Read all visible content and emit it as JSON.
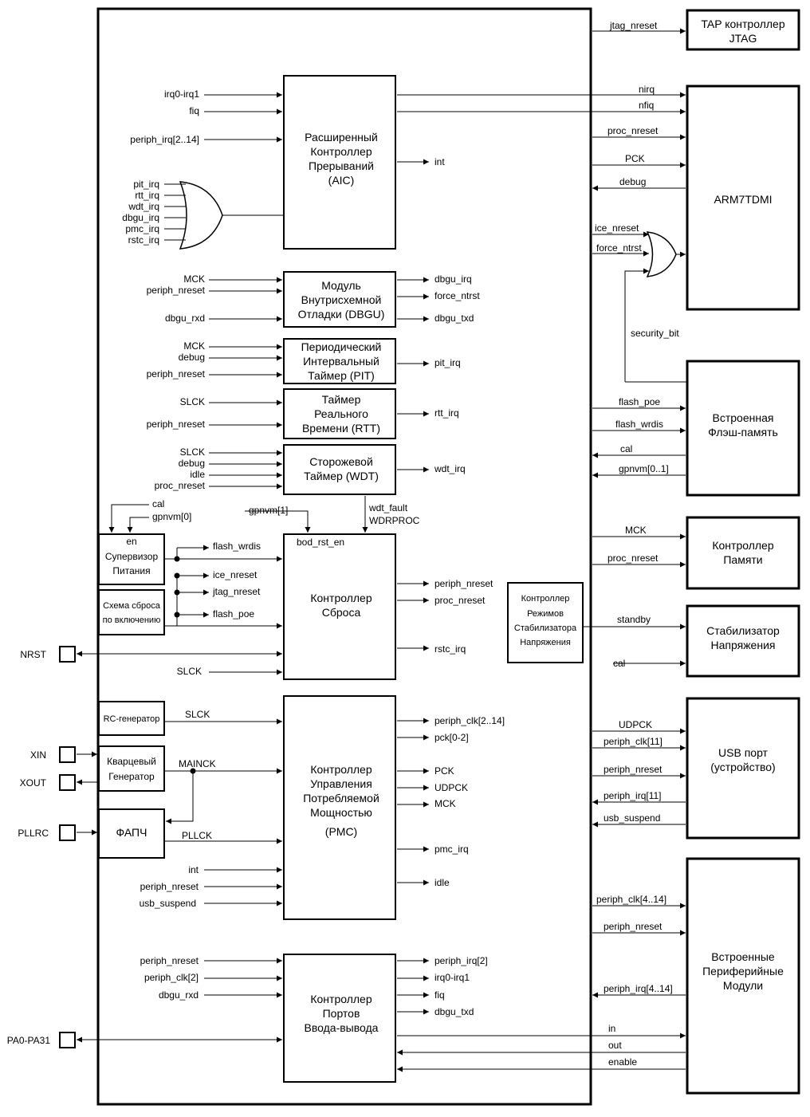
{
  "chip": {
    "aic": [
      "Расширенный",
      "Контроллер",
      "Прерываний",
      "(AIC)"
    ],
    "aic_inputs": [
      "irq0-irq1",
      "fiq",
      "periph_irq[2..14]"
    ],
    "or_inputs": [
      "pit_irq",
      "rtt_irq",
      "wdt_irq",
      "dbgu_irq",
      "pmc_irq",
      "rstc_irq"
    ],
    "aic_output": "int",
    "dbgu": [
      "Модуль",
      "Внутрисхемной",
      "Отладки (DBGU)"
    ],
    "dbgu_inputs": [
      "MCK",
      "periph_nreset",
      "dbgu_rxd"
    ],
    "dbgu_outputs": [
      "dbgu_irq",
      "force_ntrst",
      "dbgu_txd"
    ],
    "pit": [
      "Периодический",
      "Интервальный",
      "Таймер (PIT)"
    ],
    "pit_inputs": [
      "MCK",
      "debug",
      "periph_nreset"
    ],
    "pit_output": "pit_irq",
    "rtt": [
      "Таймер",
      "Реального",
      "Времени (RTT)"
    ],
    "rtt_inputs": [
      "SLCK",
      "periph_nreset"
    ],
    "rtt_output": "rtt_irq",
    "wdt": [
      "Сторожевой",
      "Таймер (WDT)"
    ],
    "wdt_inputs": [
      "SLCK",
      "debug",
      "idle",
      "proc_nreset"
    ],
    "wdt_output": "wdt_irq",
    "wdt_fault": [
      "wdt_fault",
      "WDRPROC"
    ],
    "supervisor": [
      "en",
      "Супервизор",
      "Питания"
    ],
    "supervisor_inputs": [
      "cal",
      "gpnvm[0]"
    ],
    "gpnvm1": "gpnvm[1]",
    "bod_rst_en": "bod_rst_en",
    "por": [
      "Схема сброса",
      "по включению"
    ],
    "rstc": [
      "Контроллер",
      "Сброса"
    ],
    "rstc_left_signals": [
      "flash_wrdis",
      "ice_nreset",
      "jtag_nreset",
      "flash_poe",
      "SLCK"
    ],
    "rstc_outputs": [
      "periph_nreset",
      "proc_nreset",
      "rstc_irq"
    ],
    "vreg_ctrl": [
      "Контроллер",
      "Режимов",
      "Стабилизатора",
      "Напряжения"
    ],
    "rc": "RC-генератор",
    "rc_out": "SLCK",
    "osc": [
      "Кварцевый",
      "Генератор"
    ],
    "osc_out": "MAINCK",
    "pll": "ФАПЧ",
    "pll_out": "PLLCK",
    "pmc": [
      "Контроллер",
      "Управления",
      "Потребляемой",
      "Мощностью",
      "(PMC)"
    ],
    "pmc_inputs": [
      "int",
      "periph_nreset",
      "usb_suspend"
    ],
    "pmc_outputs": [
      "periph_clk[2..14]",
      "pck[0-2]",
      "PCK",
      "UDPCK",
      "MCK",
      "pmc_irq",
      "idle"
    ],
    "pio": [
      "Контроллер",
      "Портов",
      "Ввода-вывода"
    ],
    "pio_inputs": [
      "periph_nreset",
      "periph_clk[2]",
      "dbgu_rxd"
    ],
    "pio_outputs": [
      "periph_irq[2]",
      "irq0-irq1",
      "fiq",
      "dbgu_txd"
    ]
  },
  "pins": [
    "NRST",
    "XIN",
    "XOUT",
    "PLLRC",
    "PA0-PA31"
  ],
  "external": {
    "tap": [
      "TAP контроллер",
      "JTAG"
    ],
    "tap_signal": "jtag_nreset",
    "arm": "ARM7TDMI",
    "arm_signals": [
      "nirq",
      "nfiq",
      "proc_nreset",
      "PCK",
      "debug"
    ],
    "or_inputs": [
      "ice_nreset",
      "force_ntrst"
    ],
    "security_bit": "security_bit",
    "flash": [
      "Встроенная",
      "Флэш-память"
    ],
    "flash_signals": [
      "flash_poe",
      "flash_wrdis",
      "cal",
      "gpnvm[0..1]"
    ],
    "memctrl": [
      "Контроллер",
      "Памяти"
    ],
    "memctrl_signals": [
      "MCK",
      "proc_nreset"
    ],
    "vreg": [
      "Стабилизатор",
      "Напряжения"
    ],
    "vreg_signals": [
      "standby",
      "cal"
    ],
    "usb": [
      "USB порт",
      "(устройство)"
    ],
    "usb_signals": [
      "UDPCK",
      "periph_clk[11]",
      "periph_nreset",
      "periph_irq[11]",
      "usb_suspend"
    ],
    "periph": [
      "Встроенные",
      "Периферийные",
      "Модули"
    ],
    "periph_signals": [
      "periph_clk[4..14]",
      "periph_nreset",
      "periph_irq[4..14]",
      "in",
      "out",
      "enable"
    ]
  }
}
